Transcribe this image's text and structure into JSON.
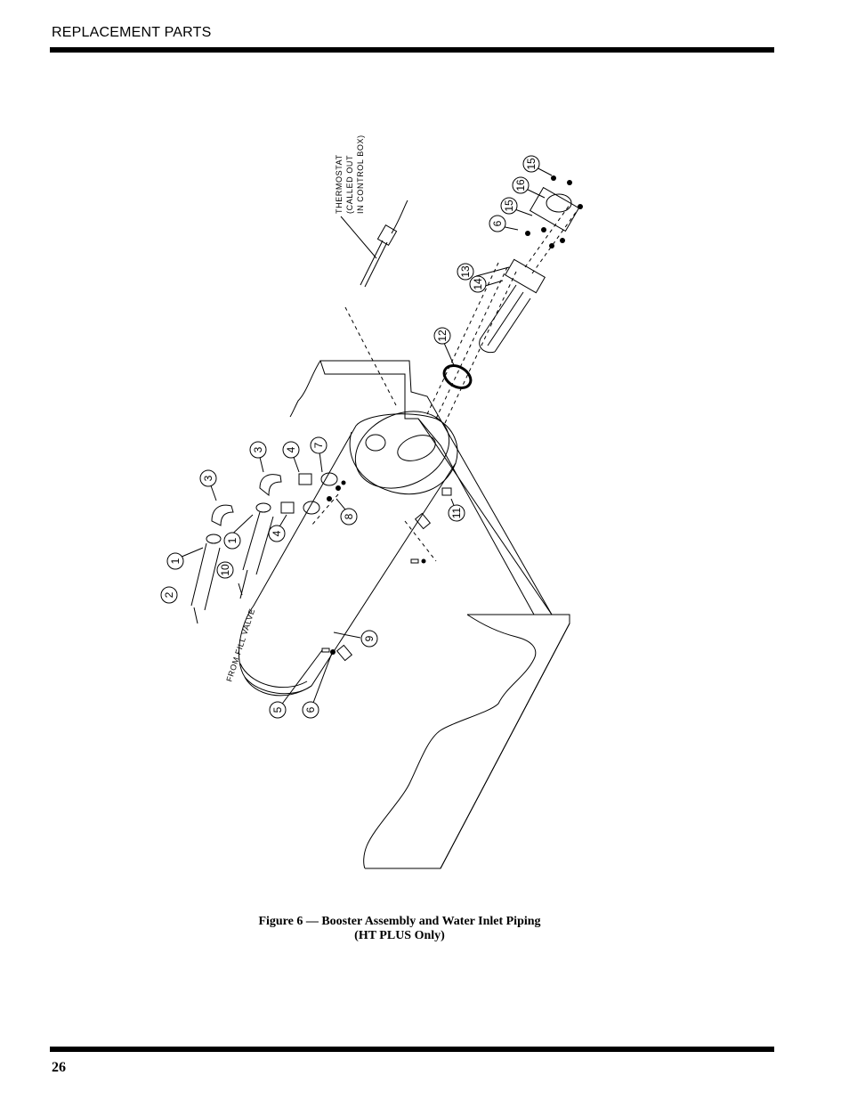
{
  "header": {
    "section_title": "REPLACEMENT PARTS"
  },
  "footer": {
    "page_number": "26"
  },
  "figure": {
    "caption_line1": "Figure 6 — Booster Assembly and Water Inlet Piping",
    "caption_line2": "(HT PLUS Only)",
    "thermostat_label": [
      "THERMOSTAT",
      "(CALLED OUT",
      "IN CONTROL BOX)"
    ],
    "fill_valve_label": "FROM FILL VALVE",
    "callouts": {
      "c1a": "1",
      "c1b": "1",
      "c2": "2",
      "c3a": "3",
      "c3b": "3",
      "c4a": "4",
      "c4b": "4",
      "c5": "5",
      "c6a": "6",
      "c6b": "6",
      "c7": "7",
      "c8": "8",
      "c9": "9",
      "c10": "10",
      "c11": "11",
      "c12": "12",
      "c13": "13",
      "c14": "14",
      "c15a": "15",
      "c15b": "15",
      "c16": "16"
    }
  }
}
